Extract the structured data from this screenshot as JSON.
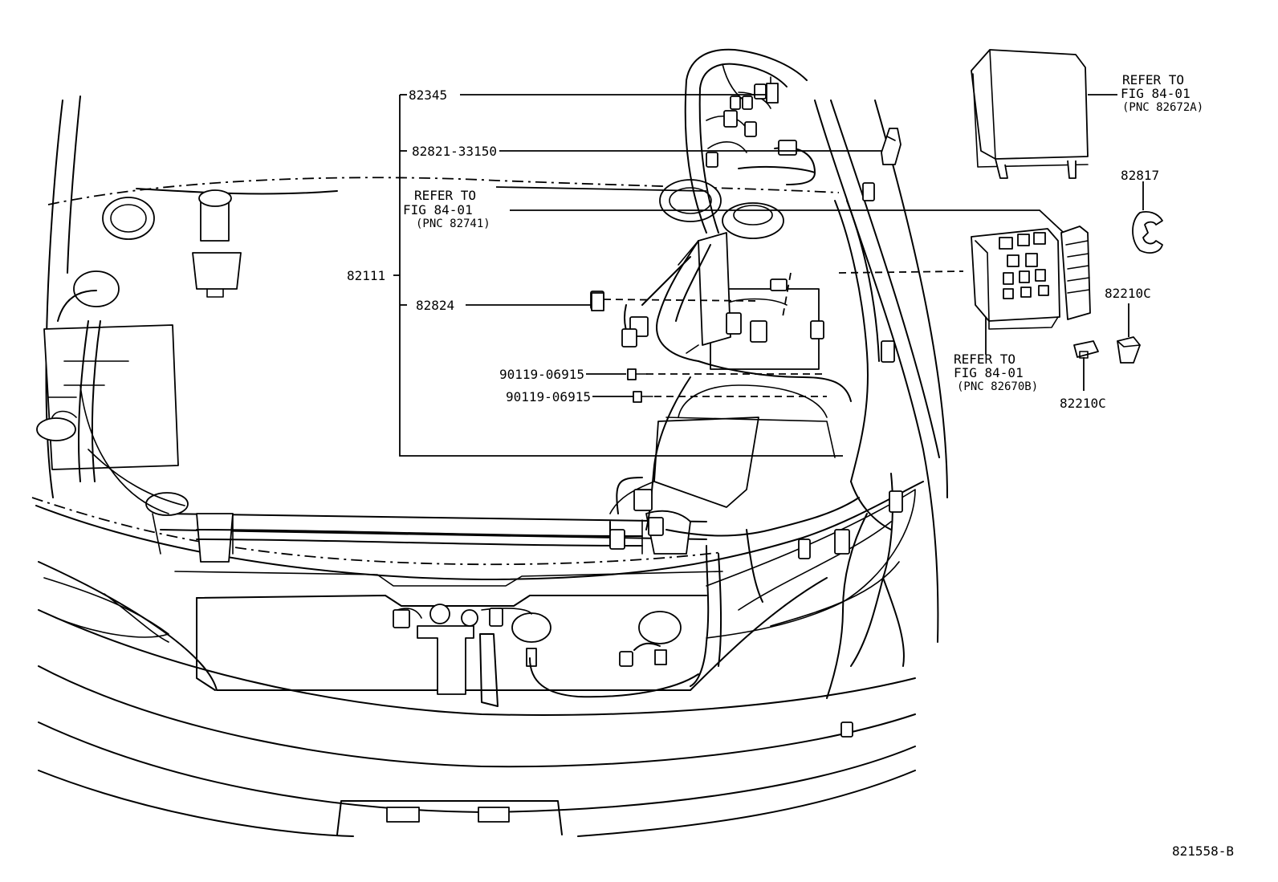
{
  "callouts": {
    "p82345": "82345",
    "p82821": "82821-33150",
    "ref_a_1": "REFER TO",
    "ref_a_2": "FIG 84-01",
    "ref_a_3": "(PNC 82741)",
    "p82111": "82111",
    "p82824": "82824",
    "p90119_a": "90119-06915",
    "p90119_b": "90119-06915",
    "ref_b_1": "REFER TO",
    "ref_b_2": "FIG 84-01",
    "ref_b_3": "(PNC 82672A)",
    "p82817": "82817",
    "p82210c_a": "82210C",
    "p82210c_b": "82210C",
    "ref_c_1": "REFER TO",
    "ref_c_2": "FIG 84-01",
    "ref_c_3": "(PNC 82670B)"
  },
  "figure_code": "821558-B"
}
